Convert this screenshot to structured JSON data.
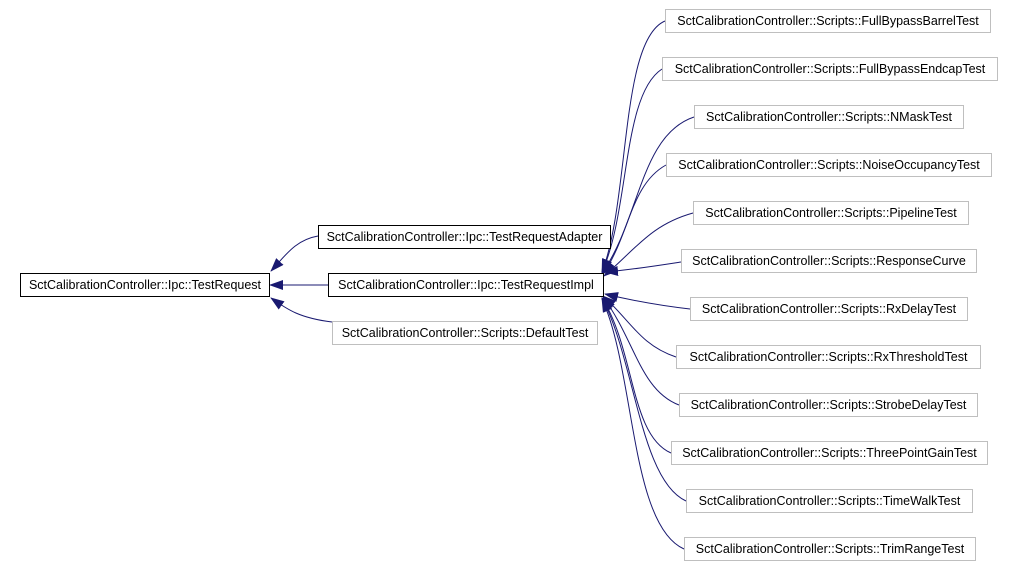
{
  "nodes": {
    "test_request": "SctCalibrationController::Ipc::TestRequest",
    "test_request_adapter": "SctCalibrationController::Ipc::TestRequestAdapter",
    "test_request_impl": "SctCalibrationController::Ipc::TestRequestImpl",
    "default_test": "SctCalibrationController::Scripts::DefaultTest",
    "full_bypass_barrel_test": "SctCalibrationController::Scripts::FullBypassBarrelTest",
    "full_bypass_endcap_test": "SctCalibrationController::Scripts::FullBypassEndcapTest",
    "nmask_test": "SctCalibrationController::Scripts::NMaskTest",
    "noise_occupancy_test": "SctCalibrationController::Scripts::NoiseOccupancyTest",
    "pipeline_test": "SctCalibrationController::Scripts::PipelineTest",
    "response_curve": "SctCalibrationController::Scripts::ResponseCurve",
    "rx_delay_test": "SctCalibrationController::Scripts::RxDelayTest",
    "rx_threshold_test": "SctCalibrationController::Scripts::RxThresholdTest",
    "strobe_delay_test": "SctCalibrationController::Scripts::StrobeDelayTest",
    "three_point_gain_test": "SctCalibrationController::Scripts::ThreePointGainTest",
    "time_walk_test": "SctCalibrationController::Scripts::TimeWalkTest",
    "trim_range_test": "SctCalibrationController::Scripts::TrimRangeTest"
  },
  "edges": [
    {
      "from": "test_request_adapter",
      "to": "test_request"
    },
    {
      "from": "test_request_impl",
      "to": "test_request"
    },
    {
      "from": "default_test",
      "to": "test_request"
    },
    {
      "from": "full_bypass_barrel_test",
      "to": "test_request_impl"
    },
    {
      "from": "full_bypass_endcap_test",
      "to": "test_request_impl"
    },
    {
      "from": "nmask_test",
      "to": "test_request_impl"
    },
    {
      "from": "noise_occupancy_test",
      "to": "test_request_impl"
    },
    {
      "from": "pipeline_test",
      "to": "test_request_impl"
    },
    {
      "from": "response_curve",
      "to": "test_request_impl"
    },
    {
      "from": "rx_delay_test",
      "to": "test_request_impl"
    },
    {
      "from": "rx_threshold_test",
      "to": "test_request_impl"
    },
    {
      "from": "strobe_delay_test",
      "to": "test_request_impl"
    },
    {
      "from": "three_point_gain_test",
      "to": "test_request_impl"
    },
    {
      "from": "time_walk_test",
      "to": "test_request_impl"
    },
    {
      "from": "trim_range_test",
      "to": "test_request_impl"
    }
  ],
  "colors": {
    "edge": "#191970",
    "solid_border": "#000000",
    "grey_border": "#bfbfbf"
  }
}
